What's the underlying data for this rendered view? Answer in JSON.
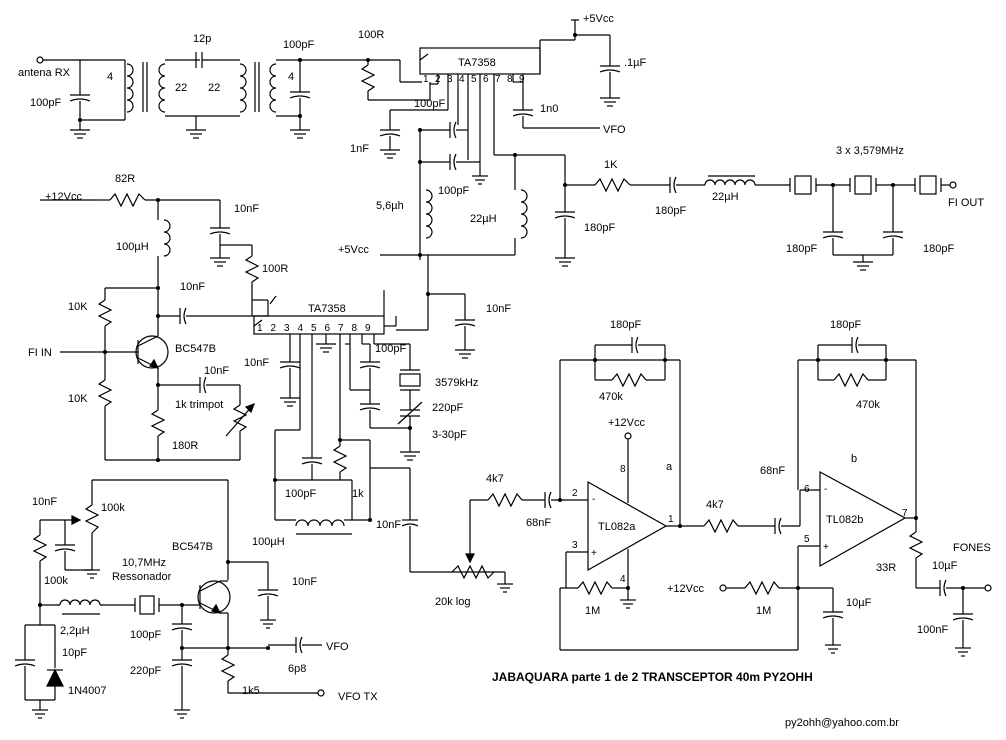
{
  "title": "JABAQUARA   parte 1 de 2   TRANSCEPTOR  40m  PY2OHH",
  "author_email": "py2ohh@yahoo.com.br",
  "labels": {
    "antenna": "antena RX",
    "c_ant": "100pF",
    "coil_4a": "4",
    "coil_22a": "22",
    "coil_22b": "22",
    "coil_4b": "4",
    "c_12p": "12p",
    "c_100pf_top": "100pF",
    "r_100r_top": "100R",
    "ic1": "TA7358",
    "vcc_top": "+5Vcc",
    "c_01uf": ".1µF",
    "c_1n0": "1n0",
    "vfo_in1": "VFO",
    "c_100pf_ic": "100pF",
    "c_1nf": "1nF",
    "c_100pf_b": "100pF",
    "l_56uh": "5,6µh",
    "l_22uh_a": "22µH",
    "vcc_mid": "+5Vcc",
    "r_1k": "1K",
    "c_180pf_a": "180pF",
    "c_180pf_b": "180pF",
    "l_22uh_b": "22µH",
    "xtals": "3 x 3,579MHz",
    "fi_out": "FI OUT",
    "c_180pf_c": "180pF",
    "c_180pf_d": "180pF",
    "vcc_12a": "+12Vcc",
    "r_82r": "82R",
    "c_10nf_a": "10nF",
    "l_100uh_a": "100µH",
    "r_100r_b": "100R",
    "c_10nf_b": "10nF",
    "r_10k_a": "10K",
    "r_10k_b": "10K",
    "fi_in": "FI  IN",
    "q1": "BC547B",
    "c_10nf_c": "10nF",
    "c_10nf_d": "10nF",
    "trimpot": "1k trimpot",
    "r_180r": "180R",
    "ic2": "TA7358",
    "c_10nf_e": "10nF",
    "c_100pf_c": "100pF",
    "xtal_3579": "3579kHz",
    "c_220pf": "220pF",
    "c_trim": "3-30pF",
    "c_100pf_d": "100pF",
    "r_1k_b": "1k",
    "l_100uh_b": "100µH",
    "c_10nf_f": "10nF",
    "r_4k7_a": "4k7",
    "c_68nf_a": "68nF",
    "pot_20k": "20k log",
    "c_180pf_op1": "180pF",
    "r_470k_a": "470k",
    "vcc_12b": "+12Vcc",
    "opa_a": "a",
    "opa_name_a": "TL082a",
    "r_1m_a": "1M",
    "r_4k7_b": "4k7",
    "c_68nf_b": "68nF",
    "c_180pf_op2": "180pF",
    "r_470k_b": "470k",
    "opa_b": "b",
    "opa_name_b": "TL082b",
    "vcc_12c": "+12Vcc",
    "r_1m_b": "1M",
    "c_10uf_a": "10µF",
    "r_33r": "33R",
    "fones": "FONES",
    "c_10uf_b": "10µF",
    "c_100nf": "100nF",
    "c_10nf_g": "10nF",
    "pot_100k": "100k",
    "r_100k": "100k",
    "reson_freq": "10,7MHz",
    "reson": "Ressonador",
    "q2": "BC547B",
    "c_10nf_h": "10nF",
    "l_22uh_c": "2,2µH",
    "c_10pf": "10pF",
    "diode": "1N4007",
    "c_100pf_e": "100pF",
    "c_220pf_b": "220pF",
    "r_1k5": "1k5",
    "vfo_out": "VFO",
    "c_6p8": "6p8",
    "vfo_tx": "VFO TX",
    "pin8": "8",
    "pin4": "4",
    "pin1": "1",
    "pin2": "2",
    "pin3": "3",
    "pin6": "6",
    "pin5": "5",
    "pin7": "7",
    "pm": "-",
    "pp": "+"
  },
  "ic_pins": [
    "1",
    "2",
    "3",
    "4",
    "5",
    "6",
    "7",
    "8",
    "9"
  ]
}
